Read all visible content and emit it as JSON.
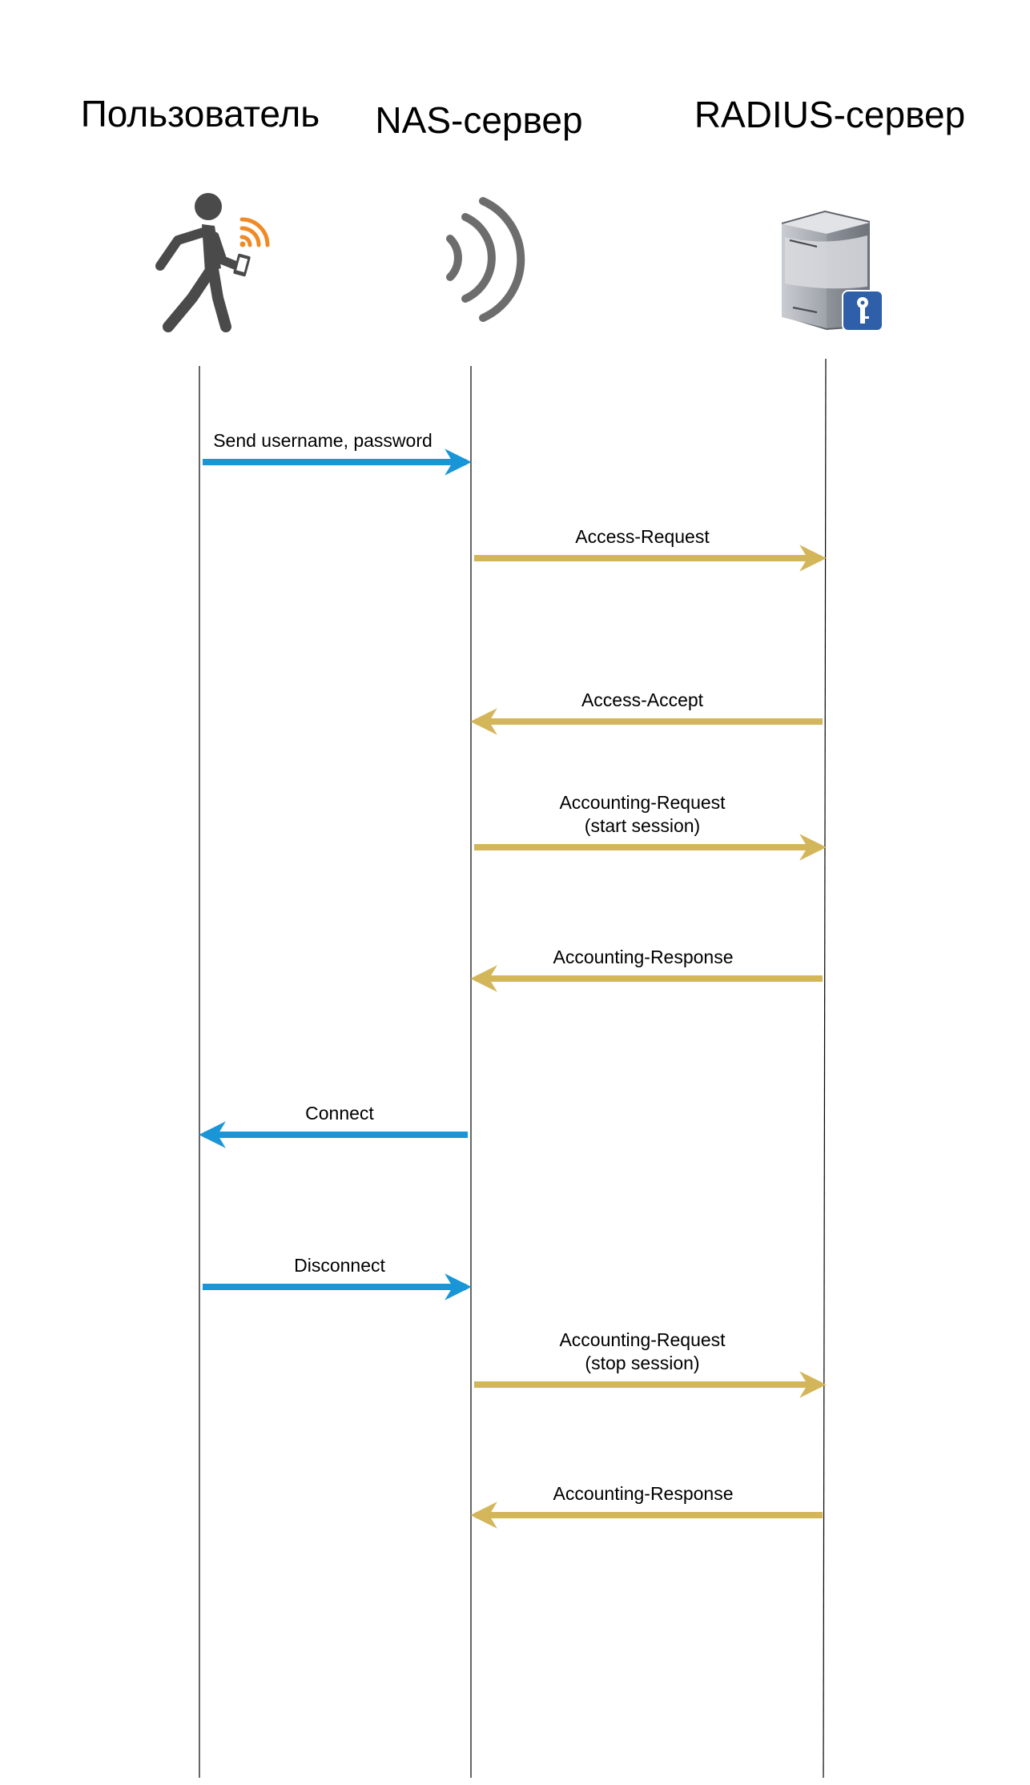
{
  "actors": [
    {
      "id": "user",
      "title": "Пользователь",
      "icon": "walking-person-with-phone-icon"
    },
    {
      "id": "nas",
      "title": "NAS-сервер",
      "icon": "wireless-signal-icon"
    },
    {
      "id": "radius",
      "title": "RADIUS-сервер",
      "icon": "server-with-key-icon"
    }
  ],
  "colors": {
    "user_nas": "#1a96d6",
    "nas_radius": "#d4b65a",
    "lifeline": "#000000",
    "icon_gray": "#4a4a4a",
    "wifi_orange": "#f08a24",
    "key_badge": "#2f5fa8"
  },
  "messages": [
    {
      "from": "user",
      "to": "nas",
      "label": [
        "Send username, password"
      ]
    },
    {
      "from": "nas",
      "to": "radius",
      "label": [
        "Access-Request"
      ]
    },
    {
      "from": "radius",
      "to": "nas",
      "label": [
        "Access-Accept"
      ]
    },
    {
      "from": "nas",
      "to": "radius",
      "label": [
        "Accounting-Request",
        "(start session)"
      ]
    },
    {
      "from": "radius",
      "to": "nas",
      "label": [
        "Accounting-Response"
      ]
    },
    {
      "from": "nas",
      "to": "user",
      "label": [
        "Connect"
      ]
    },
    {
      "from": "user",
      "to": "nas",
      "label": [
        "Disconnect"
      ]
    },
    {
      "from": "nas",
      "to": "radius",
      "label": [
        "Accounting-Request",
        "(stop session)"
      ]
    },
    {
      "from": "radius",
      "to": "nas",
      "label": [
        "Accounting-Response"
      ]
    }
  ]
}
